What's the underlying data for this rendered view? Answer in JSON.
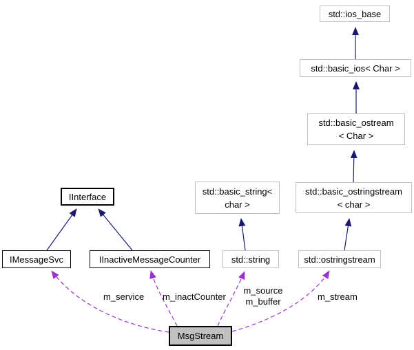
{
  "diagram": {
    "type": "collaboration-graph",
    "focus_node": "MsgStream",
    "nodes": {
      "ios_base": {
        "label": "std::ios_base"
      },
      "basic_ios": {
        "label": "std::basic_ios< Char >"
      },
      "basic_ostream": {
        "label": "std::basic_ostream\n< Char >"
      },
      "basic_ostringstream": {
        "label": "std::basic_ostringstream\n< char >"
      },
      "ostringstream": {
        "label": "std::ostringstream"
      },
      "basic_string": {
        "label": "std::basic_string<\nchar >"
      },
      "string": {
        "label": "std::string"
      },
      "iinterface": {
        "label": "IInterface"
      },
      "imessagesvc": {
        "label": "IMessageSvc"
      },
      "iinactivemessagecounter": {
        "label": "IInactiveMessageCounter"
      },
      "msgstream": {
        "label": "MsgStream"
      }
    },
    "edge_labels": {
      "m_service": "m_service",
      "m_inactCounter": "m_inactCounter",
      "m_source_buffer": "m_source\nm_buffer",
      "m_stream": "m_stream"
    },
    "edges": {
      "inheritance": [
        {
          "from": "std::basic_ios< Char >",
          "to": "std::ios_base"
        },
        {
          "from": "std::basic_ostream< Char >",
          "to": "std::basic_ios< Char >"
        },
        {
          "from": "std::basic_ostringstream< char >",
          "to": "std::basic_ostream< Char >"
        },
        {
          "from": "std::ostringstream",
          "to": "std::basic_ostringstream< char >"
        },
        {
          "from": "std::string",
          "to": "std::basic_string< char >"
        },
        {
          "from": "IMessageSvc",
          "to": "IInterface"
        },
        {
          "from": "IInactiveMessageCounter",
          "to": "IInterface"
        }
      ],
      "members": [
        {
          "from": "MsgStream",
          "to": "IMessageSvc",
          "label": "m_service"
        },
        {
          "from": "MsgStream",
          "to": "IInactiveMessageCounter",
          "label": "m_inactCounter"
        },
        {
          "from": "MsgStream",
          "to": "std::string",
          "label": "m_source\nm_buffer"
        },
        {
          "from": "MsgStream",
          "to": "std::ostringstream",
          "label": "m_stream"
        }
      ]
    },
    "colors": {
      "inheritance_arrow": "#191970",
      "member_arrow": "#9a32cd",
      "external_node_border": "#c0c0c0",
      "project_node_border": "#000000",
      "focus_node_fill": "#c0c0c0",
      "background": "#ffffff",
      "text": "#000000"
    }
  }
}
